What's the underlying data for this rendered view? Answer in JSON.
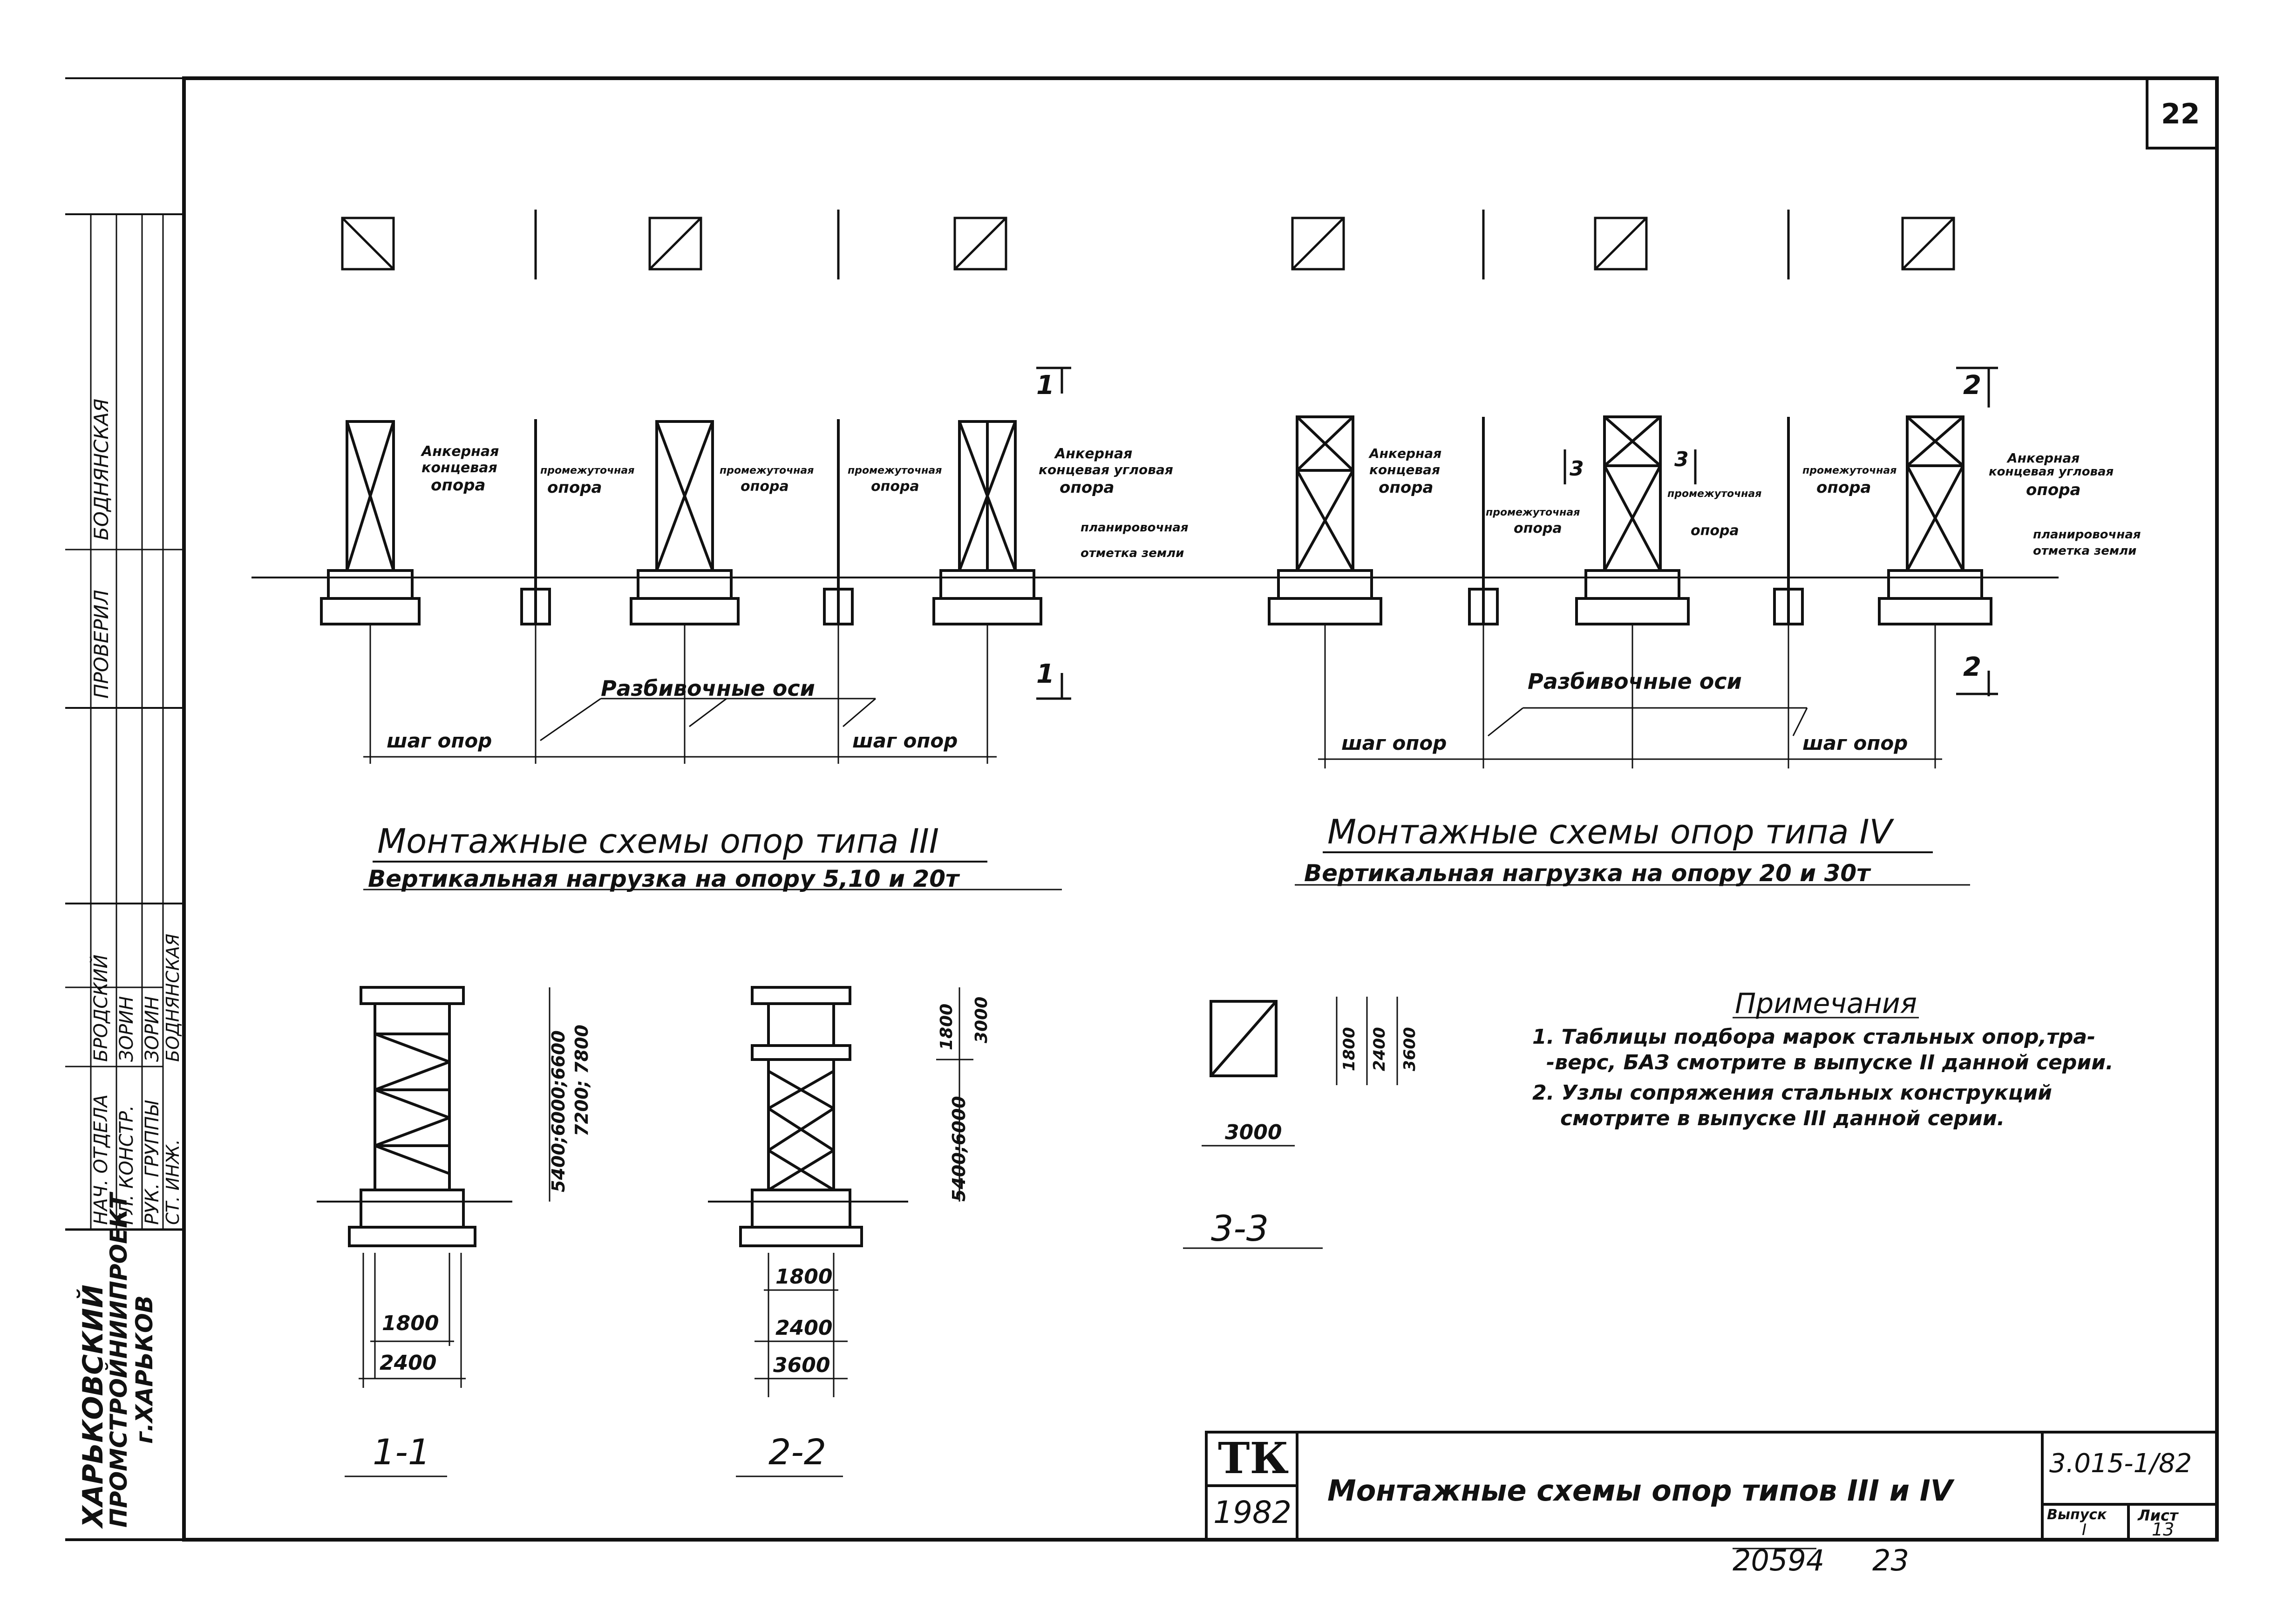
{
  "sheet": {
    "page_number": "22",
    "stamp_bottom_left": "20594",
    "stamp_bottom_right": "23"
  },
  "left_strip": {
    "org_line1": "ХАРЬКОВСКИЙ",
    "org_line2": "ПРОМСТРОЙНИИПРОЕКТ",
    "org_line3": "г.ХАРЬКОВ",
    "roles": [
      "НАЧ. ОТДЕЛА",
      "ГЛ. КОНСТР.",
      "РУК. ГРУППЫ",
      "СТ. ИНЖ."
    ],
    "names": [
      "БРОДСКИЙ",
      "ЗОРИН",
      "ЗОРИН",
      "БОДНЯНСКАЯ"
    ],
    "checked_label": "ПРОВЕРИЛ",
    "checked_name": "БОДНЯНСКАЯ"
  },
  "diagram3": {
    "title": "Монтажные схемы опор типа III",
    "subtitle": "Вертикальная нагрузка на опору 5,10 и 20т",
    "labels": {
      "anchor_end": [
        "Анкерная",
        "концевая",
        "опора"
      ],
      "intermediate1": [
        "промежуточная",
        "опора"
      ],
      "intermediate2": [
        "промежуточная",
        "опора"
      ],
      "intermediate3": [
        "промежуточная",
        "опора"
      ],
      "anchor_corner": [
        "Анкерная",
        "концевая угловая",
        "опора"
      ],
      "ground": [
        "планировочная",
        "отметка земли"
      ],
      "axes": "Разбивочные оси",
      "step_left": "шаг опор",
      "step_right": "шаг опор",
      "section_mark": "1"
    }
  },
  "diagram4": {
    "title": "Монтажные схемы опор типа IV",
    "subtitle": "Вертикальная нагрузка на опору 20 и 30т",
    "labels": {
      "anchor_end": [
        "Анкерная",
        "концевая",
        "опора"
      ],
      "intermediate1": [
        "промежуточная",
        "опора"
      ],
      "intermediate2": [
        "промежуточная",
        "опора"
      ],
      "intermediate3": [
        "промежуточная",
        "опора"
      ],
      "anchor_corner": [
        "Анкерная",
        "концевая угловая",
        "опора"
      ],
      "ground": [
        "планировочная",
        "отметка земли"
      ],
      "axes": "Разбивочные оси",
      "step_left": "шаг опор",
      "step_right": "шаг опор",
      "section_mark": "2",
      "section3_mark": "3"
    }
  },
  "section11": {
    "label": "1-1",
    "dim_height": "5400;6000;6600",
    "dim_height2": "7200; 7800",
    "dim_a": "1800",
    "dim_b": "2400"
  },
  "section22": {
    "label": "2-2",
    "dim_top1": "1800",
    "dim_top2": "3000",
    "dim_height": "5400;6000",
    "dim_a": "1800",
    "dim_b": "2400",
    "dim_c": "3600"
  },
  "section33": {
    "label": "3-3",
    "dim_1": "1800",
    "dim_2": "2400",
    "dim_3": "3600",
    "dim_w": "3000"
  },
  "notes": {
    "heading": "Примечания",
    "items": [
      "1. Таблицы подбора марок стальных опор,тра-",
      "-верс, БАЗ смотрите в выпуске II данной серии.",
      "2. Узлы сопряжения стальных конструкций",
      "смотрите в выпуске III данной серии."
    ]
  },
  "title_block": {
    "logo": "ТК",
    "year": "1982",
    "title": "Монтажные схемы опор типов III и IV",
    "series": "3.015-1/82",
    "issue_label": "Выпуск",
    "issue_value": "I",
    "sheet_label": "Лист",
    "sheet_value": "13"
  }
}
